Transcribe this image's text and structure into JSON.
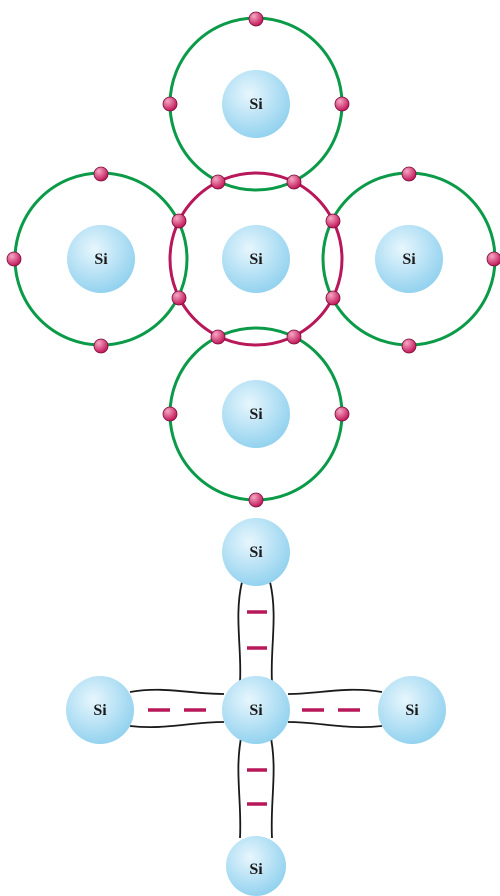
{
  "element_symbol": "Si",
  "colors": {
    "shell_outer": "#0a9a48",
    "shell_center": "#b8185a",
    "electron": "#c2185b",
    "bond_dash": "#b8185a",
    "bond_line": "#1a1a1a",
    "nucleus_light": "#e7f6fd",
    "nucleus_dark": "#8ed0ee",
    "label": "#1a1a1a"
  },
  "shell_model": {
    "atoms": [
      {
        "label": "Si",
        "role": "top"
      },
      {
        "label": "Si",
        "role": "left"
      },
      {
        "label": "Si",
        "role": "center"
      },
      {
        "label": "Si",
        "role": "right"
      },
      {
        "label": "Si",
        "role": "bottom"
      }
    ]
  },
  "bond_model": {
    "atoms": [
      {
        "label": "Si",
        "role": "top"
      },
      {
        "label": "Si",
        "role": "left"
      },
      {
        "label": "Si",
        "role": "center"
      },
      {
        "label": "Si",
        "role": "right"
      },
      {
        "label": "Si",
        "role": "bottom"
      }
    ]
  }
}
